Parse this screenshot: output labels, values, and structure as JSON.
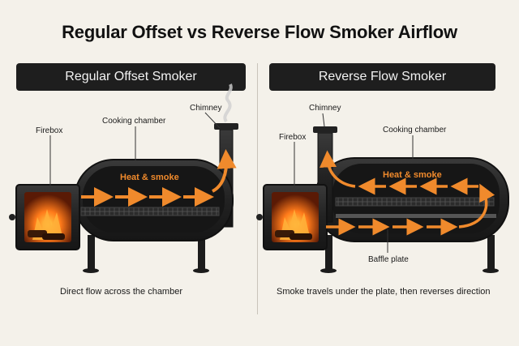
{
  "title": "Regular Offset vs Reverse Flow Smoker Airflow",
  "left": {
    "header": "Regular Offset Smoker",
    "labels": {
      "firebox": "Firebox",
      "cooking_chamber": "Cooking chamber",
      "chimney": "Chimney",
      "flow": "Heat & smoke"
    },
    "caption": "Direct flow across the chamber"
  },
  "right": {
    "header": "Reverse Flow Smoker",
    "labels": {
      "firebox": "Firebox",
      "chimney": "Chimney",
      "cooking_chamber": "Cooking chamber",
      "flow": "Heat & smoke",
      "baffle": "Baffle plate"
    },
    "caption": "Smoke travels under the plate, then reverses direction"
  },
  "colors": {
    "background": "#f4f1ea",
    "header_bg": "#1e1e1e",
    "steel": "#2a2a2a",
    "flow_arrow": "#f08a2c",
    "fire": "#ff7a1a"
  }
}
